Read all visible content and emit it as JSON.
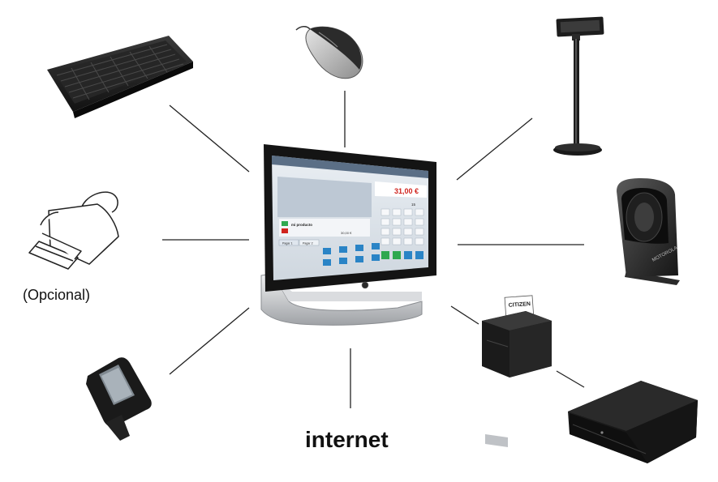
{
  "labels": {
    "optional": "(Opcional)",
    "internet": "internet"
  },
  "pos_screen": {
    "total": "31,00 €",
    "product_title": "mi producto",
    "cart_value": "30,00 €",
    "side_value": "15",
    "tab_1": "Pagar 1",
    "tab_2": "Pagar 2"
  },
  "citizen_printer": {
    "brand": "CITIZEN"
  },
  "colors": {
    "connector": "#222222",
    "total_red": "#d0241e",
    "pos_green": "#2fa84f",
    "pos_blue": "#2a84c6",
    "device_dark": "#1a1a1a",
    "stand_silver": "#c7c9cc"
  }
}
